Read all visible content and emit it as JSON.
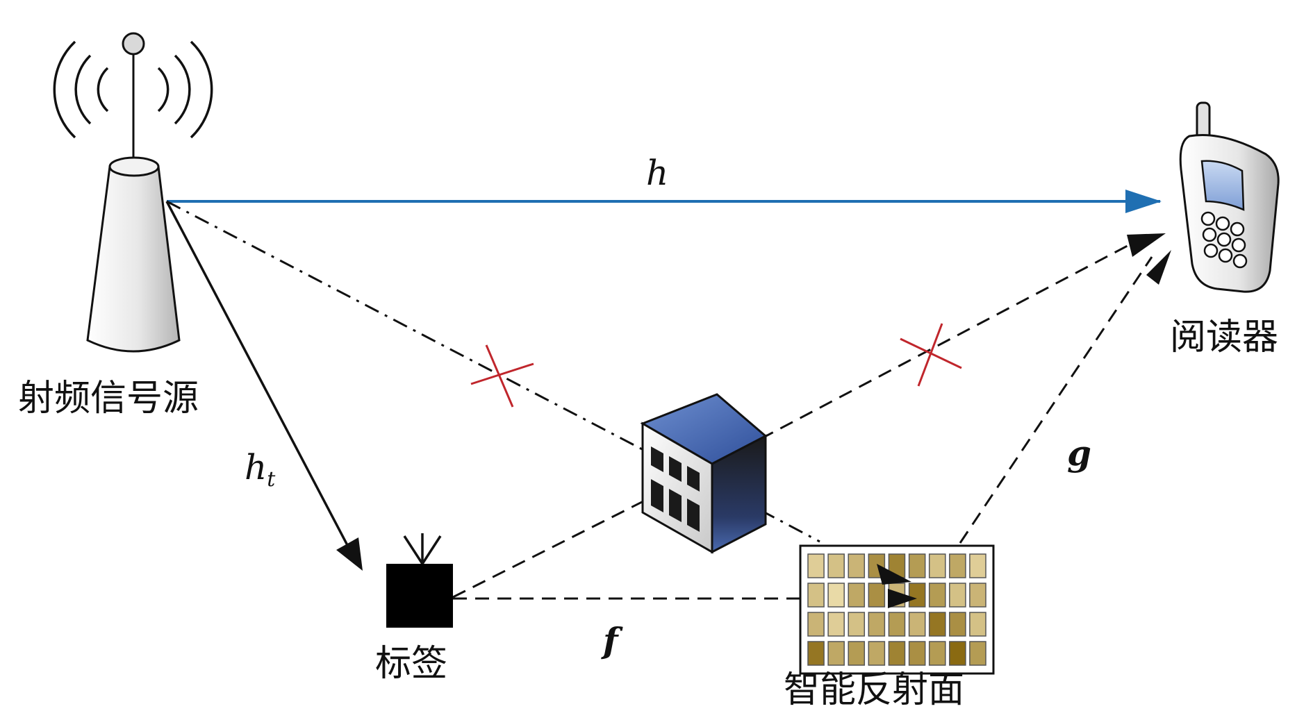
{
  "nodes": {
    "rf_source": "射频信号源",
    "reader": "阅读器",
    "tag": "标签",
    "ris": "智能反射面"
  },
  "channels": {
    "direct": "h",
    "tag_channel_base": "h",
    "tag_channel_sub": "t",
    "tag_to_ris": "f",
    "ris_to_reader": "g"
  },
  "colors": {
    "direct_link": "#1f6fb2",
    "blocked_marker": "#c0262c",
    "link": "#111111",
    "building_roof": "#4b70b8",
    "ris_cell_light": "#f4e6b8",
    "ris_cell_dark": "#8a6a12"
  },
  "icons": [
    "antenna-tower-icon",
    "mobile-phone-icon",
    "tag-icon",
    "building-icon",
    "ris-panel-icon"
  ],
  "ris_grid": {
    "rows": 4,
    "cols": 9,
    "levels": [
      [
        0.2,
        0.3,
        0.4,
        0.7,
        0.8,
        0.6,
        0.3,
        0.5,
        0.2
      ],
      [
        0.3,
        0.1,
        0.5,
        0.7,
        0.4,
        0.9,
        0.6,
        0.3,
        0.4
      ],
      [
        0.4,
        0.2,
        0.3,
        0.5,
        0.6,
        0.4,
        0.9,
        0.7,
        0.3
      ],
      [
        0.9,
        0.5,
        0.6,
        0.5,
        0.8,
        0.7,
        0.6,
        1.0,
        0.6
      ]
    ]
  }
}
